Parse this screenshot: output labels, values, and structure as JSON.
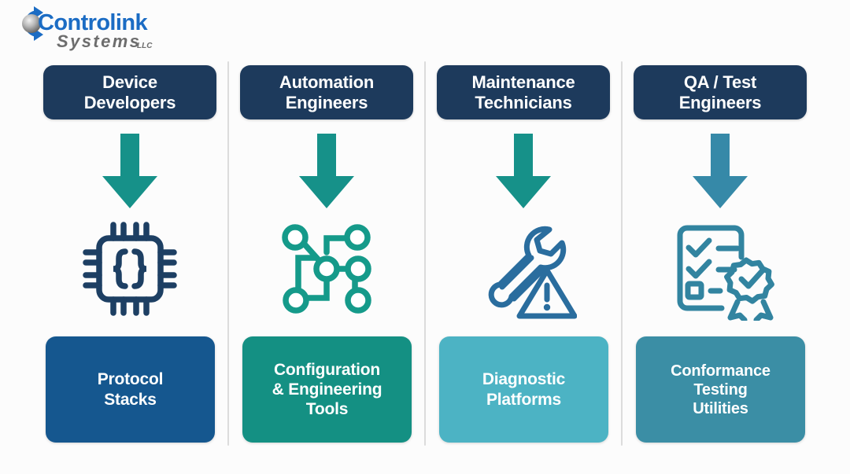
{
  "page": {
    "background_color": "#fcfcfc",
    "divider_color": "#dcdcdc"
  },
  "logo": {
    "name": "controlink-systems-logo",
    "primary_text": "Controlink",
    "secondary_text": "Systems",
    "suffix_text": "LLC",
    "primary_color": "#1b6cc4",
    "secondary_color": "#6d6d6d"
  },
  "columns": [
    {
      "id": "device-developers",
      "header": "Device\nDevelopers",
      "header_color": "#1d3a5c",
      "arrow_color": "#169189",
      "icon": "microchip-braces-icon",
      "icon_color": "#1d3f63",
      "outcome": "Protocol\nStacks",
      "outcome_color": "#15578f"
    },
    {
      "id": "automation-engineers",
      "header": "Automation\nEngineers",
      "header_color": "#1d3a5c",
      "arrow_color": "#169189",
      "icon": "network-nodes-icon",
      "icon_color": "#159a8a",
      "outcome": "Configuration\n& Engineering\nTools",
      "outcome_color": "#149083"
    },
    {
      "id": "maintenance-technicians",
      "header": "Maintenance\nTechnicians",
      "header_color": "#1d3a5c",
      "arrow_color": "#169189",
      "icon": "wrench-warning-icon",
      "icon_color": "#2a6d9e",
      "outcome": "Diagnostic\nPlatforms",
      "outcome_color": "#4cb3c4"
    },
    {
      "id": "qa-test-engineers",
      "header": "QA / Test\nEngineers",
      "header_color": "#1d3a5c",
      "arrow_color": "#3689a8",
      "icon": "checklist-award-icon",
      "icon_color": "#3284a0",
      "outcome": "Conformance\nTesting\nUtilities",
      "outcome_color": "#3b8ea5"
    }
  ]
}
